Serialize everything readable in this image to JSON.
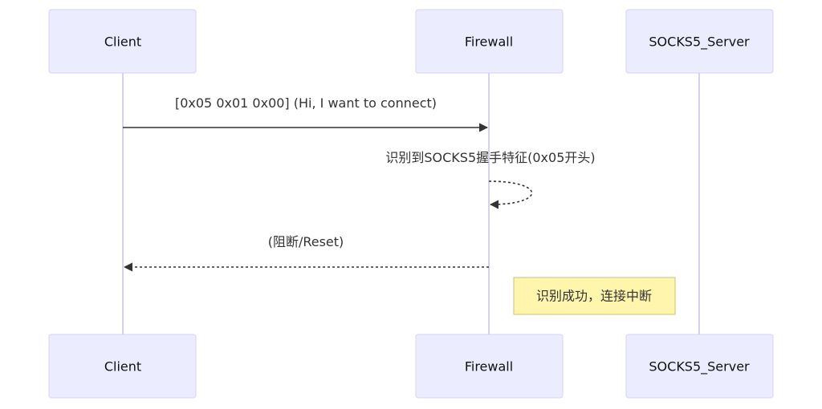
{
  "diagram": {
    "type": "sequence",
    "participants": [
      {
        "id": "client",
        "label": "Client"
      },
      {
        "id": "firewall",
        "label": "Firewall"
      },
      {
        "id": "socks5",
        "label": "SOCKS5_Server"
      }
    ],
    "messages": [
      {
        "from": "client",
        "to": "firewall",
        "label": "[0x05 0x01 0x00] (Hi, I want to connect)",
        "style": "solid"
      },
      {
        "from": "firewall",
        "to": "firewall",
        "label": "识别到SOCKS5握手特征(0x05开头)",
        "style": "dotted"
      },
      {
        "from": "firewall",
        "to": "client",
        "label": "(阻断/Reset)",
        "style": "dotted"
      }
    ],
    "note": {
      "position": "right of",
      "participant": "firewall",
      "text": "识别成功，连接中断"
    },
    "colors": {
      "actor_fill": "#ECECFF",
      "actor_border": "#d6d2f5",
      "lifeline": "#d6d2f5",
      "arrow": "#333333",
      "note_fill": "#fff5ad",
      "note_border": "#c9c27a"
    }
  }
}
